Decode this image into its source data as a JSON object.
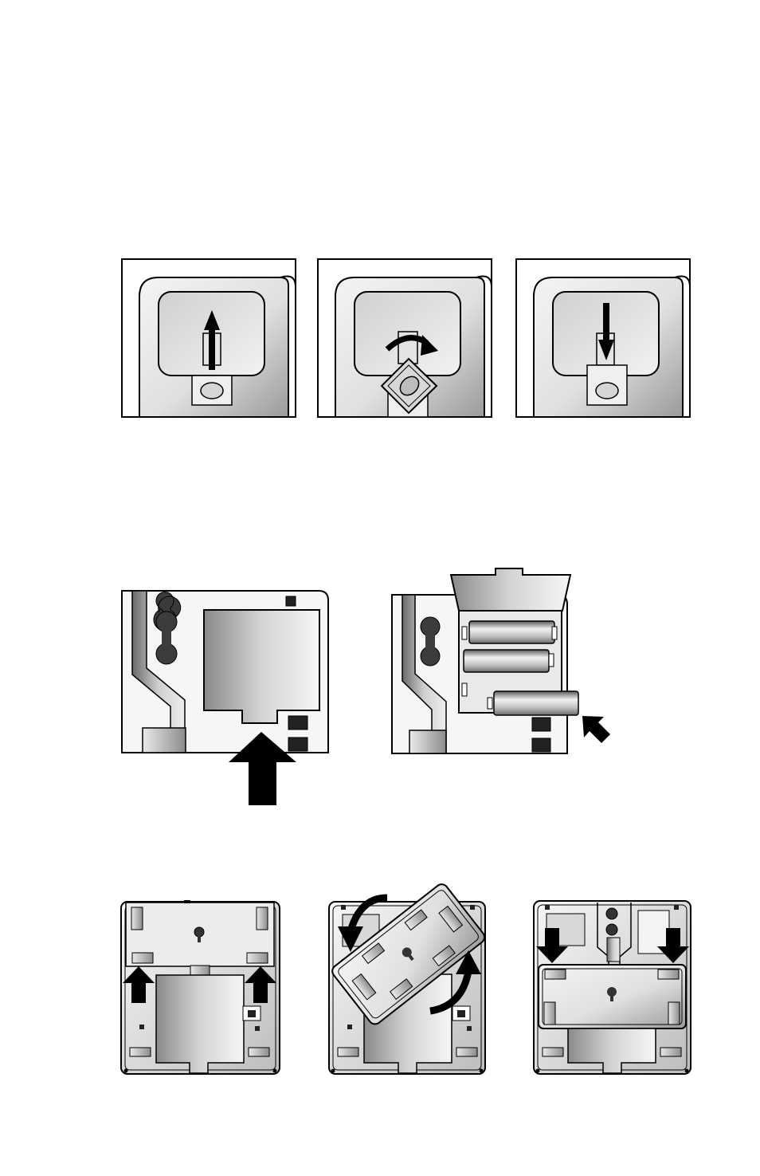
{
  "page": {
    "background": "#ffffff",
    "ink": "#000000",
    "figures": [
      {
        "id": "handset-clip",
        "panels": [
          "slide-up",
          "rotate-clockwise",
          "slide-down"
        ]
      },
      {
        "id": "battery-compartment",
        "panels": [
          "push-cover",
          "insert-battery"
        ]
      },
      {
        "id": "wall-mount-bracket",
        "panels": [
          "lift-bracket",
          "rotate-bracket",
          "lower-bracket"
        ]
      }
    ]
  },
  "icons": [
    "up-arrow-icon",
    "rotate-arrow-icon",
    "down-arrow-icon",
    "push-arrow-icon",
    "insert-arrow-icon"
  ]
}
